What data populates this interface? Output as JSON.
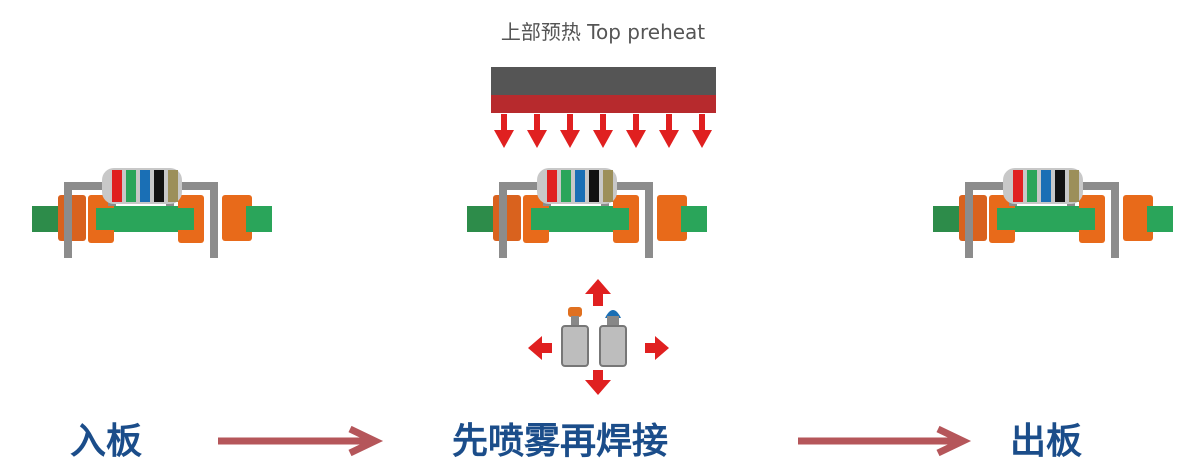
{
  "preheat_label": "上部预热 Top preheat",
  "steps": [
    {
      "label": "入板"
    },
    {
      "label": "先喷雾再焊接"
    },
    {
      "label": "出板"
    }
  ],
  "colors": {
    "step_text": "#1b4d8a",
    "arrow": "#b5565a",
    "heater_dark": "#555555",
    "heater_red": "#b72a2d",
    "heat_arrow": "#e02020",
    "board_green": "#2aa55a",
    "pad_orange": "#e86a1a",
    "lead_gray": "#8c8c8c"
  }
}
